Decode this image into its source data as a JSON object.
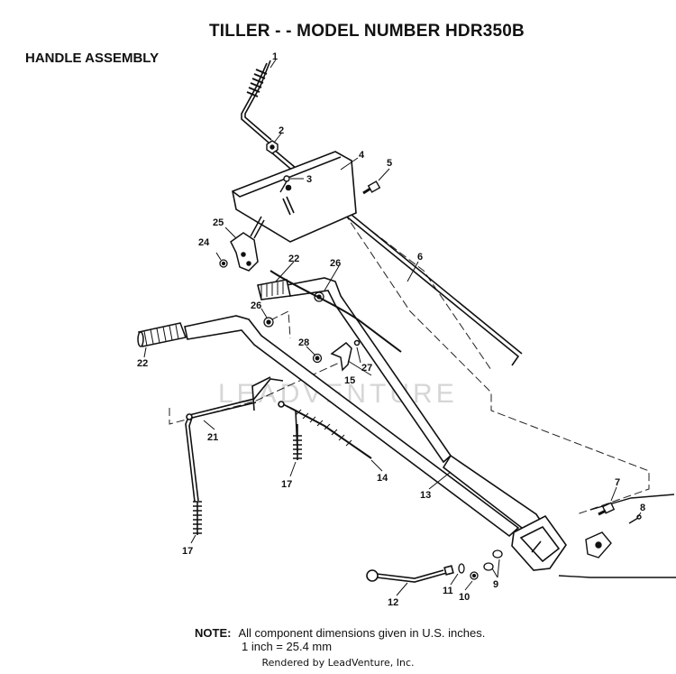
{
  "title": "TILLER - - MODEL NUMBER HDR350B",
  "subtitle": "HANDLE ASSEMBLY",
  "watermark": "LEADVENTURE",
  "callouts": {
    "c1": "1",
    "c2": "2",
    "c3": "3",
    "c4": "4",
    "c5": "5",
    "c6": "6",
    "c7": "7",
    "c8": "8",
    "c9": "9",
    "c10": "10",
    "c11": "11",
    "c12": "12",
    "c13": "13",
    "c14": "14",
    "c15": "15",
    "c17a": "17",
    "c17b": "17",
    "c21": "21",
    "c22a": "22",
    "c22b": "22",
    "c24": "24",
    "c25": "25",
    "c26a": "26",
    "c26b": "26",
    "c27": "27",
    "c28": "28"
  },
  "note": {
    "label": "NOTE:",
    "line1": "All component dimensions given in U.S. inches.",
    "line2": "1 inch = 25.4 mm"
  },
  "credit": "Rendered by LeadVenture, Inc."
}
